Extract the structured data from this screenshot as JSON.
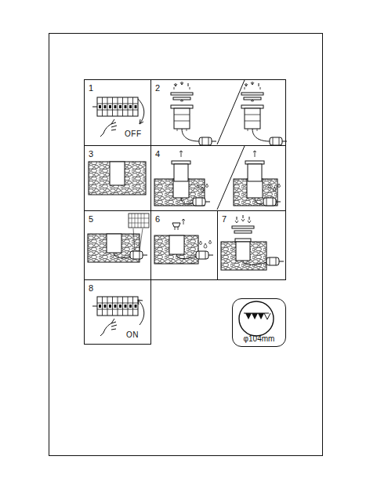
{
  "diagram": {
    "nodes": [
      {
        "text": [
          "1"
        ]
      },
      {
        "text": [
          "2"
        ]
      },
      {
        "text": [
          "3"
        ]
      },
      {
        "text": [
          "4"
        ]
      },
      {
        "text": [
          "5"
        ]
      },
      {
        "text": [
          "6"
        ]
      },
      {
        "text": [
          "7"
        ]
      },
      {
        "text": [
          "8"
        ]
      },
      {
        "text": [
          "φ104mm"
        ]
      }
    ],
    "edges": [],
    "labels": [
      "OFF",
      "ON"
    ]
  }
}
